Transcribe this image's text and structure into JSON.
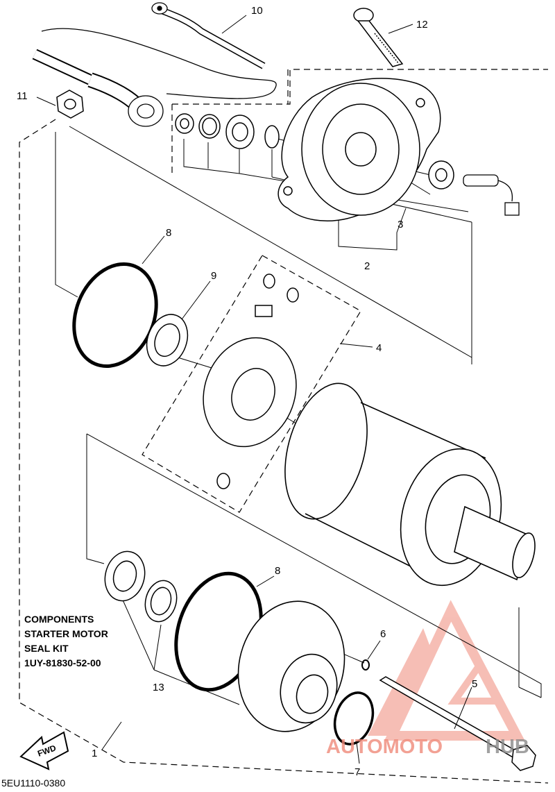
{
  "callouts": {
    "c1": "1",
    "c2": "2",
    "c3": "3",
    "c4": "4",
    "c5": "5",
    "c6": "6",
    "c7": "7",
    "c8a": "8",
    "c8b": "8",
    "c9": "9",
    "c10": "10",
    "c11": "11",
    "c12": "12",
    "c13": "13"
  },
  "kit_note": {
    "line1": "COMPONENTS",
    "line2": "STARTER MOTOR",
    "line3": "SEAL KIT",
    "line4": "1UY-81830-52-00"
  },
  "fwd_label": "FWD",
  "diagram_code": "5EU1110-0380",
  "watermark": {
    "part1": "AUTOMOTO",
    "part2": "HUB",
    "color_accent": "#f08a7a",
    "color_dark": "#8a8a8a"
  }
}
